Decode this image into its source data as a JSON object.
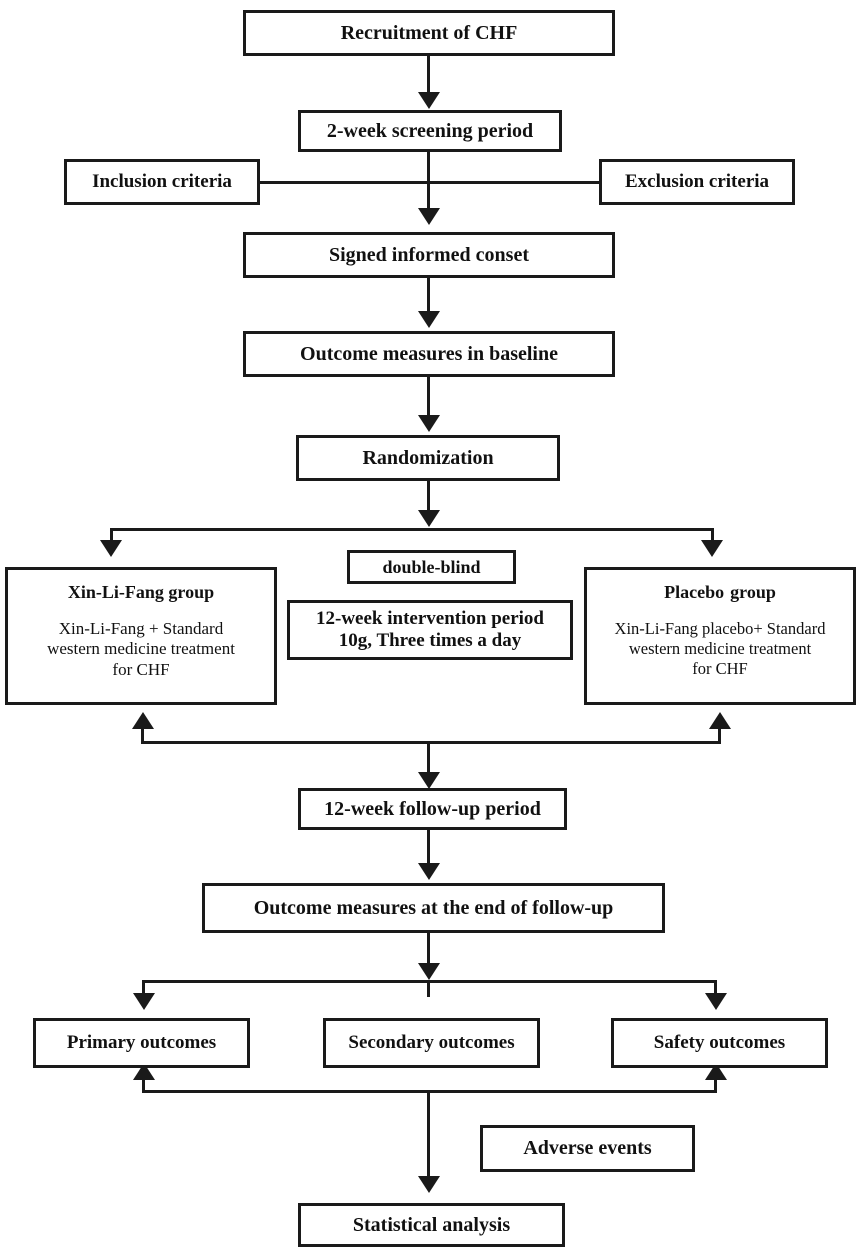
{
  "diagram": {
    "type": "flowchart",
    "title": "CHF clinical trial (Xin-Li-Fang) study flow",
    "stroke_color": "#1a1a1a",
    "background_color": "#ffffff"
  },
  "nodes": {
    "recruitment": {
      "label": "Recruitment of CHF"
    },
    "screening": {
      "label": "2-week screening period"
    },
    "inclusion": {
      "label": "Inclusion criteria"
    },
    "exclusion": {
      "label": "Exclusion criteria"
    },
    "consent": {
      "label": "Signed informed conset"
    },
    "baseline": {
      "label": "Outcome measures in baseline"
    },
    "randomization": {
      "label": "Randomization"
    },
    "double_blind": {
      "label": "double-blind"
    },
    "intervention": {
      "line1": "12-week intervention period",
      "line2": "10g, Three times a day"
    },
    "treatment_group": {
      "title": "Xin-Li-Fang group",
      "body_line1": "Xin-Li-Fang + Standard",
      "body_line2": "western medicine treatment",
      "body_line3": "for CHF"
    },
    "placebo_group": {
      "title_part1": "Placebo",
      "title_part2": "group",
      "body_line1": "Xin-Li-Fang placebo+ Standard",
      "body_line2": "western medicine treatment",
      "body_line3": "for CHF"
    },
    "followup": {
      "label": "12-week follow-up period"
    },
    "outcome_end": {
      "label": "Outcome measures at the end of follow-up"
    },
    "primary": {
      "label": "Primary outcomes"
    },
    "secondary": {
      "label": "Secondary outcomes"
    },
    "safety": {
      "label": "Safety outcomes"
    },
    "adverse": {
      "label": "Adverse events"
    },
    "statistical": {
      "label": "Statistical analysis"
    }
  }
}
